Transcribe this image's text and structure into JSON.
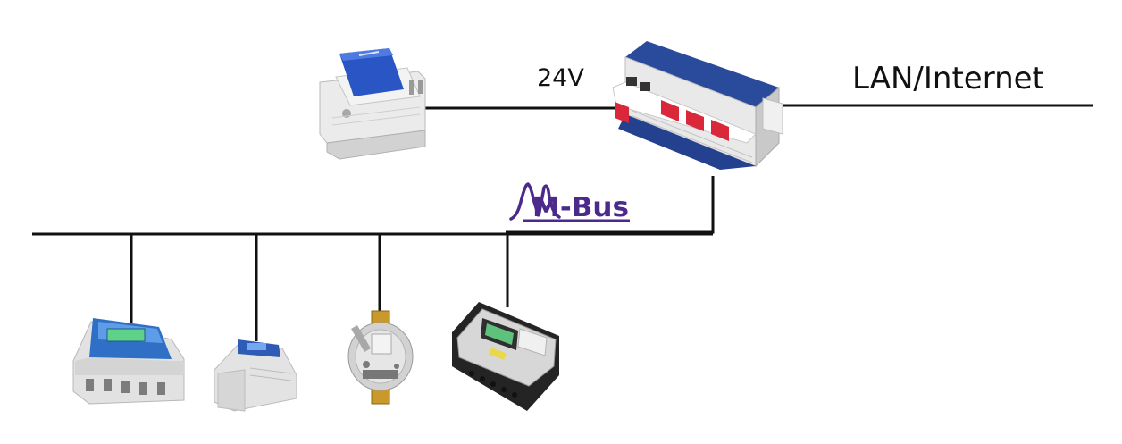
{
  "labels": {
    "power": "24V",
    "network": "LAN/Internet",
    "bus_logo": "M-Bus"
  },
  "colors": {
    "bus_brand": "#4b2a8c",
    "wire": "#111111",
    "device_blue": "#2a4a9c",
    "port_red": "#d8283a"
  },
  "devices": [
    {
      "icon": "power-supply-icon"
    },
    {
      "icon": "mbus-gateway-icon"
    },
    {
      "icon": "energy-meter-icon"
    },
    {
      "icon": "pulse-counter-icon"
    },
    {
      "icon": "water-meter-icon"
    },
    {
      "icon": "heat-meter-icon"
    }
  ]
}
